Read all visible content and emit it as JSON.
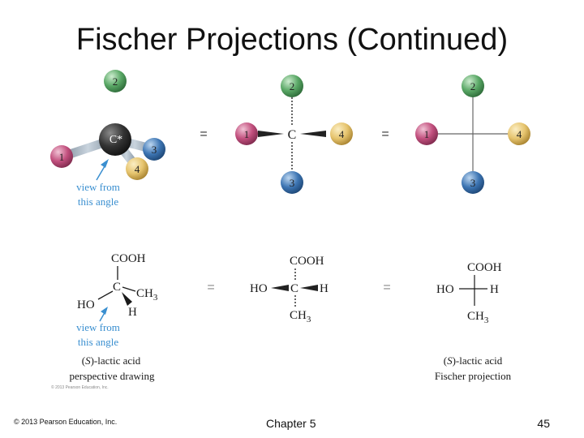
{
  "slide": {
    "title": "Fischer Projections (Continued)",
    "footer_left": "© 2013 Pearson Education, Inc.",
    "footer_center": "Chapter 5",
    "page_number": "45"
  },
  "colors": {
    "group1": "#c2507e",
    "group2": "#5aa866",
    "group3": "#3e76b4",
    "group4": "#e6c46e",
    "carbon": "#333333",
    "bond": "#a9b7c4",
    "annotation": "#3a8fd0"
  },
  "ball_model": {
    "center_label": "C*",
    "groups": [
      "1",
      "2",
      "3",
      "4"
    ],
    "annotation_line1": "view from",
    "annotation_line2": "this angle"
  },
  "dashed_projection": {
    "center": "C",
    "groups": [
      "1",
      "2",
      "3",
      "4"
    ]
  },
  "cross_projection": {
    "groups": [
      "1",
      "2",
      "3",
      "4"
    ]
  },
  "equals_sign": "=",
  "lactic_perspective": {
    "top": "COOH",
    "center": "C",
    "right": "CH",
    "right_sub": "3",
    "left": "HO",
    "bottom": "H",
    "annotation_line1": "view from",
    "annotation_line2": "this angle",
    "caption_prefix": "(",
    "caption_s": "S",
    "caption_rest": ")-lactic acid",
    "caption_line2": "perspective drawing",
    "copyright_small": "© 2013 Pearson Education, Inc."
  },
  "lactic_dashed": {
    "top": "COOH",
    "left": "HO",
    "center": "C",
    "right": "H",
    "bottom": "CH",
    "bottom_sub": "3"
  },
  "lactic_fischer": {
    "top": "COOH",
    "left": "HO",
    "right": "H",
    "bottom": "CH",
    "bottom_sub": "3",
    "caption_prefix": "(",
    "caption_s": "S",
    "caption_rest": ")-lactic acid",
    "caption_line2": "Fischer projection"
  }
}
